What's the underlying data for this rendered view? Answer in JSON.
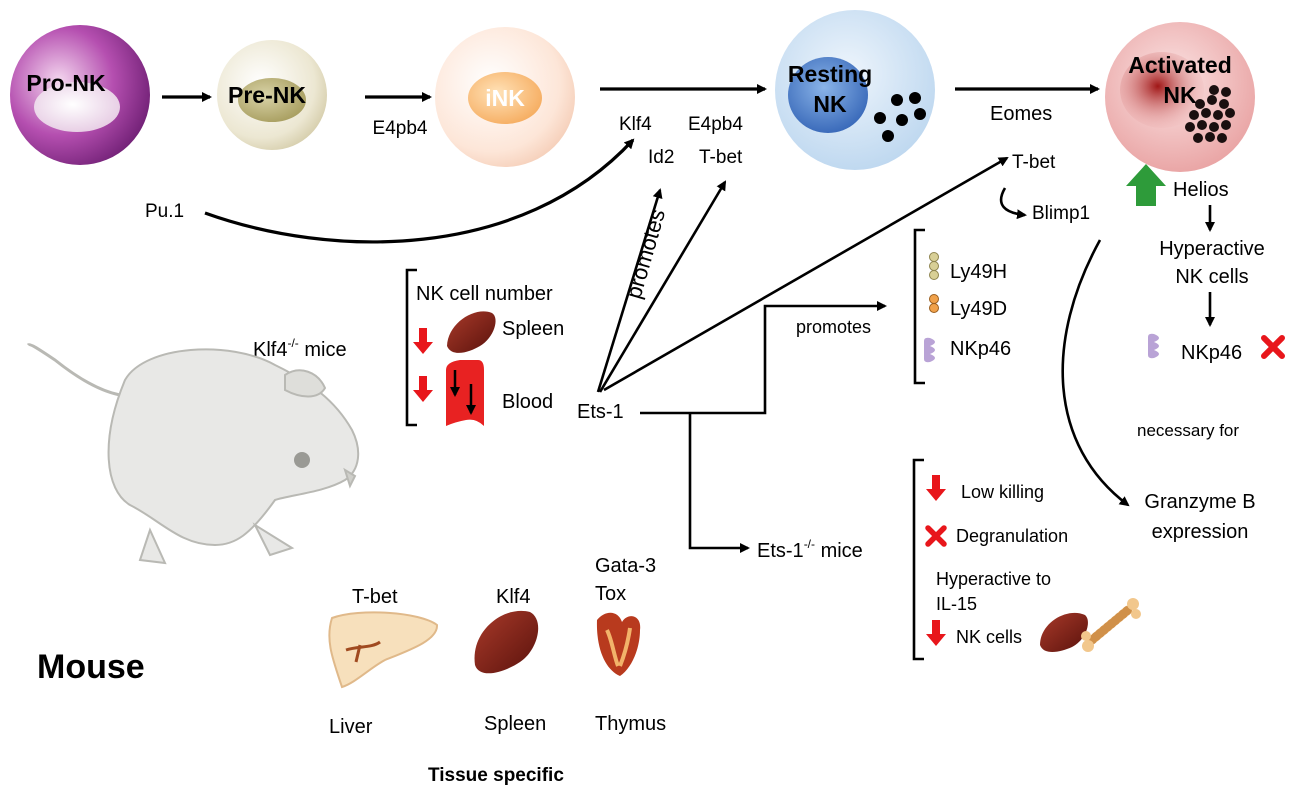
{
  "cells": {
    "pro_nk": "Pro-NK",
    "pre_nk": "Pre-NK",
    "ink": "iNK",
    "resting_nk": [
      "Resting",
      "NK"
    ],
    "activated_nk": [
      "Activated",
      "NK"
    ]
  },
  "factors": {
    "e4pb4_1": "E4pb4",
    "pu1": "Pu.1",
    "klf4": "Klf4",
    "id2": "Id2",
    "e4pb4_2": "E4pb4",
    "tbet_1": "T-bet",
    "eomes": "Eomes",
    "tbet_2": "T-bet",
    "blimp1": "Blimp1",
    "helios": "Helios",
    "hyperactive_nk": [
      "Hyperactive",
      "NK cells"
    ],
    "nkp46_right": "NKp46",
    "necessary_for": "necessary for",
    "granzyme": [
      "Granzyme B",
      "expression"
    ],
    "promotes_diag": "promotes",
    "promotes_2": "promotes",
    "ets1": "Ets-1"
  },
  "receptors": [
    "Ly49H",
    "Ly49D",
    "NKp46"
  ],
  "klf4_mice": {
    "label": "Klf4",
    "sup": "-/-",
    "label_tail": " mice",
    "header": "NK cell number",
    "spleen": "Spleen",
    "blood": "Blood"
  },
  "ets1_mice": {
    "label": "Ets-1",
    "sup": "-/-",
    "label_tail": " mice",
    "low_killing": "Low killing",
    "degranulation": "Degranulation",
    "hyperactive": [
      "Hyperactive to",
      "IL-15"
    ],
    "nk_cells": "NK cells"
  },
  "tissues": {
    "tbet": "T-bet",
    "klf4": "Klf4",
    "gata3": "Gata-3",
    "tox": "Tox",
    "liver": "Liver",
    "spleen": "Spleen",
    "thymus": "Thymus",
    "footer": "Tissue specific"
  },
  "organism": "Mouse",
  "colors": {
    "down_arrow": "#e8161b",
    "up_arrow": "#2e9b3a",
    "cross": "#e8161b",
    "spleen": "#7a1c12"
  }
}
